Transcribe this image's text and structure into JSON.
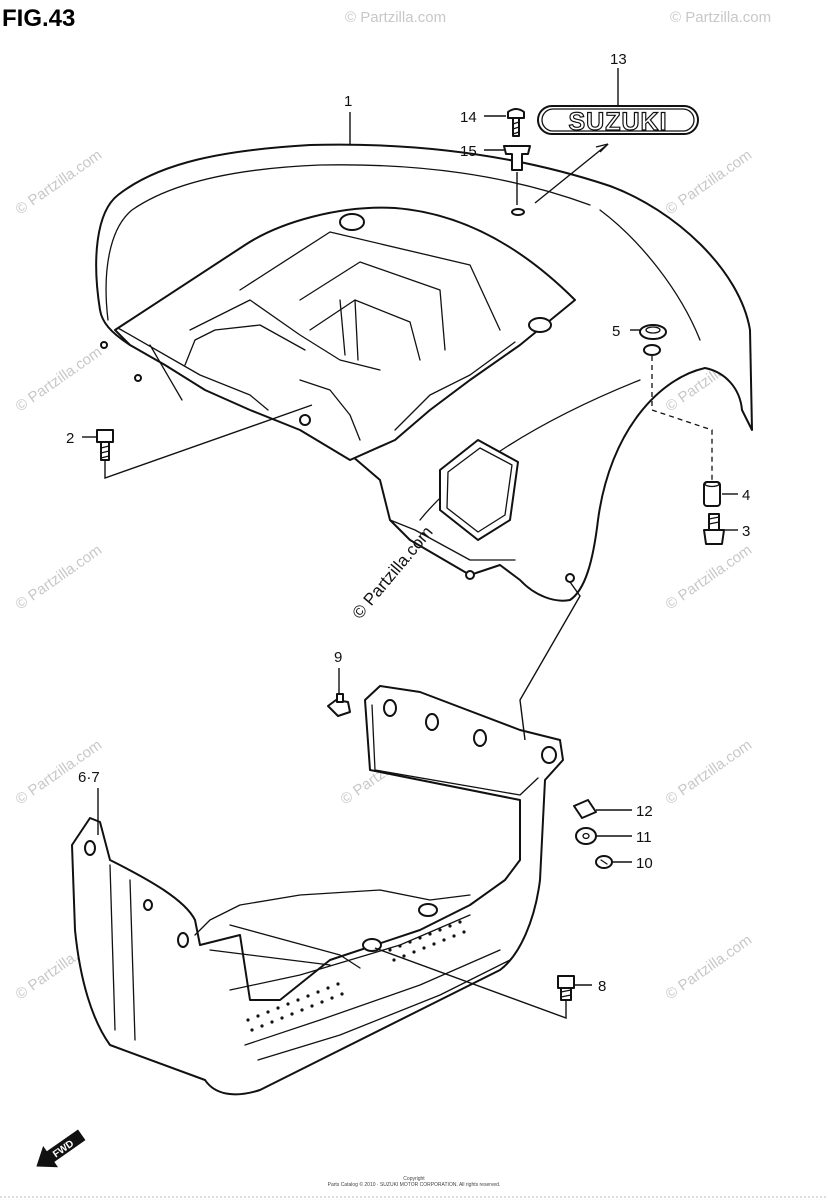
{
  "figure_title": "FIG.43",
  "emblem_text": "SUZUKI",
  "direction_label": "FWD",
  "watermark": "© Partzilla.com",
  "callouts": [
    "1",
    "2",
    "3",
    "4",
    "5",
    "6·7",
    "8",
    "9",
    "10",
    "11",
    "12",
    "13",
    "14",
    "15"
  ],
  "footer": {
    "line1": "Copyright",
    "line2": "Parts Catalog © 2010 · SUZUKI MOTOR CORPORATION. All rights reserved."
  }
}
